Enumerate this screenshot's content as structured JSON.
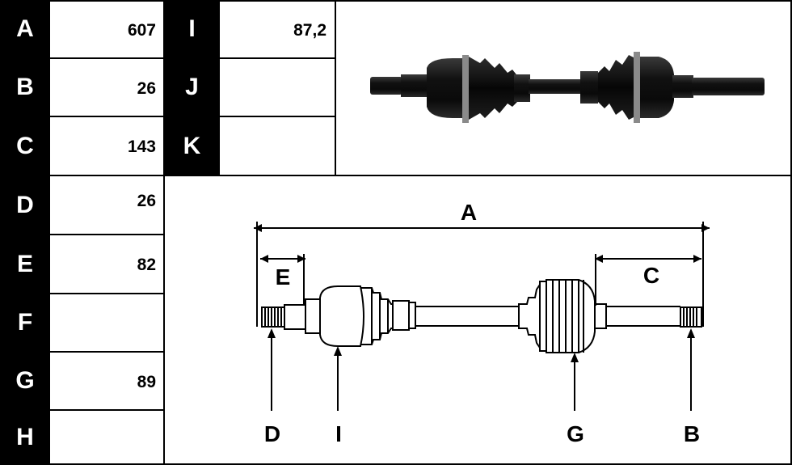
{
  "left_table": [
    {
      "label": "A",
      "value": "607"
    },
    {
      "label": "B",
      "value": "26"
    },
    {
      "label": "C",
      "value": "143"
    },
    {
      "label": "D",
      "value": "26"
    },
    {
      "label": "E",
      "value": "82"
    },
    {
      "label": "F",
      "value": ""
    },
    {
      "label": "G",
      "value": "89"
    },
    {
      "label": "H",
      "value": ""
    }
  ],
  "right_table": [
    {
      "label": "I",
      "value": "87,2"
    },
    {
      "label": "J",
      "value": ""
    },
    {
      "label": "K",
      "value": ""
    }
  ],
  "diagram": {
    "dim_A": "A",
    "dim_C": "C",
    "dim_E": "E",
    "callout_D": "D",
    "callout_I": "I",
    "callout_G": "G",
    "callout_B": "B"
  },
  "colors": {
    "label_bg": "#000000",
    "label_text": "#ffffff",
    "line": "#000000"
  }
}
